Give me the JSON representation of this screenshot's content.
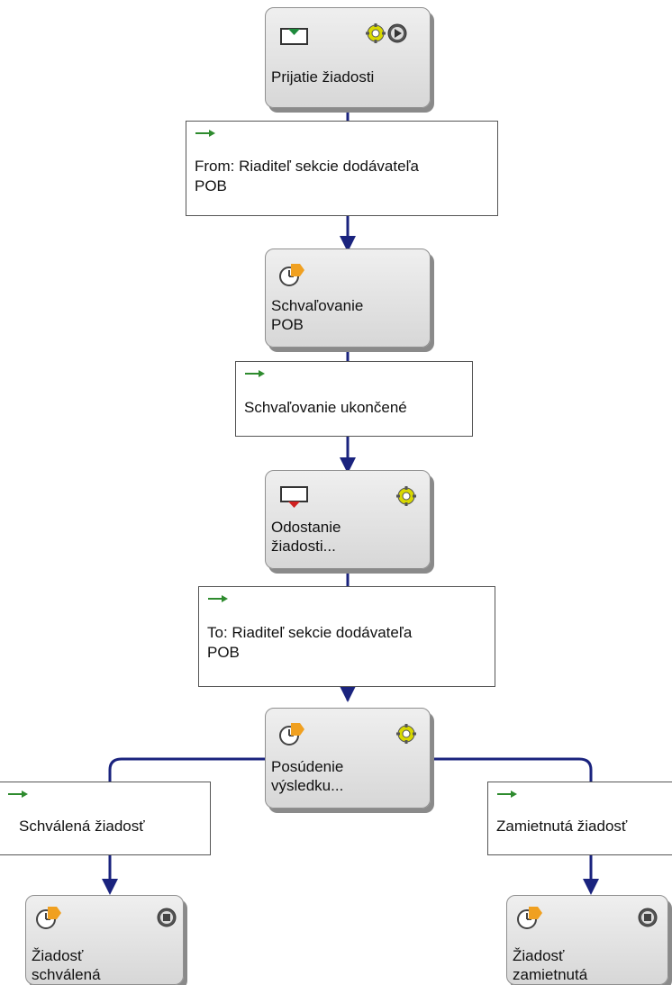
{
  "nodes": {
    "receive": {
      "label": "Prijatie žiadosti"
    },
    "approval": {
      "label": "Schvaľovanie\nPOB"
    },
    "send": {
      "label": "Odostanie\nžiadosti..."
    },
    "evaluate": {
      "label": "Posúdenie\nvýsledku..."
    },
    "approved": {
      "label": "Žiadosť\nschválená"
    },
    "rejected": {
      "label": "Žiadosť\nzamietnutá"
    }
  },
  "conditions": {
    "from": {
      "text": "From: Riaditeľ sekcie dodávateľa\nPOB"
    },
    "done": {
      "text": "Schvaľovanie ukončené"
    },
    "to": {
      "text": "To: Riaditeľ sekcie dodávateľa\nPOB"
    },
    "approved": {
      "text": "Schválená žiadosť"
    },
    "rejected": {
      "text": "Zamietnutá žiadosť"
    }
  },
  "colors": {
    "connector": "#1a237e",
    "condition_arrow": "#2e8b2e",
    "clock_accent": "#f0a020",
    "gear": "#c8c800"
  }
}
